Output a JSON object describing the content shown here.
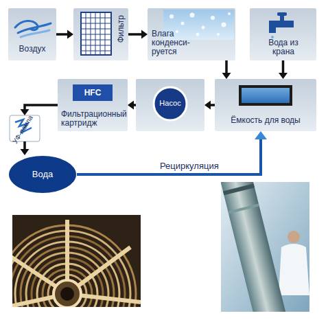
{
  "diagram": {
    "nodes": [
      {
        "text": [
          "Воздух"
        ]
      },
      {
        "text": [
          "Фильтр"
        ]
      },
      {
        "text": [
          "Влага конденси- руется"
        ]
      },
      {
        "text": [
          "Вода из крана"
        ]
      },
      {
        "text": [
          "Ёмкость для воды"
        ]
      },
      {
        "text": [
          "Насос"
        ]
      },
      {
        "text": [
          "HFC",
          "Фильтрационный картридж"
        ]
      },
      {
        "text": [
          "УФ-лампа"
        ]
      },
      {
        "text": [
          "Вода"
        ]
      }
    ],
    "edges": [
      {
        "from": 0,
        "to": 1,
        "arrow": "to"
      },
      {
        "from": 1,
        "to": 2,
        "arrow": "to"
      },
      {
        "from": 2,
        "to": 4,
        "arrow": "to"
      },
      {
        "from": 3,
        "to": 4,
        "arrow": "to"
      },
      {
        "from": 4,
        "to": 5,
        "arrow": "to"
      },
      {
        "from": 5,
        "to": 6,
        "arrow": "to"
      },
      {
        "from": 6,
        "to": 7,
        "arrow": "to"
      },
      {
        "from": 7,
        "to": 8,
        "arrow": "to"
      },
      {
        "from": 8,
        "to": 4,
        "label": "Рециркуляция",
        "arrow": "to"
      }
    ]
  }
}
